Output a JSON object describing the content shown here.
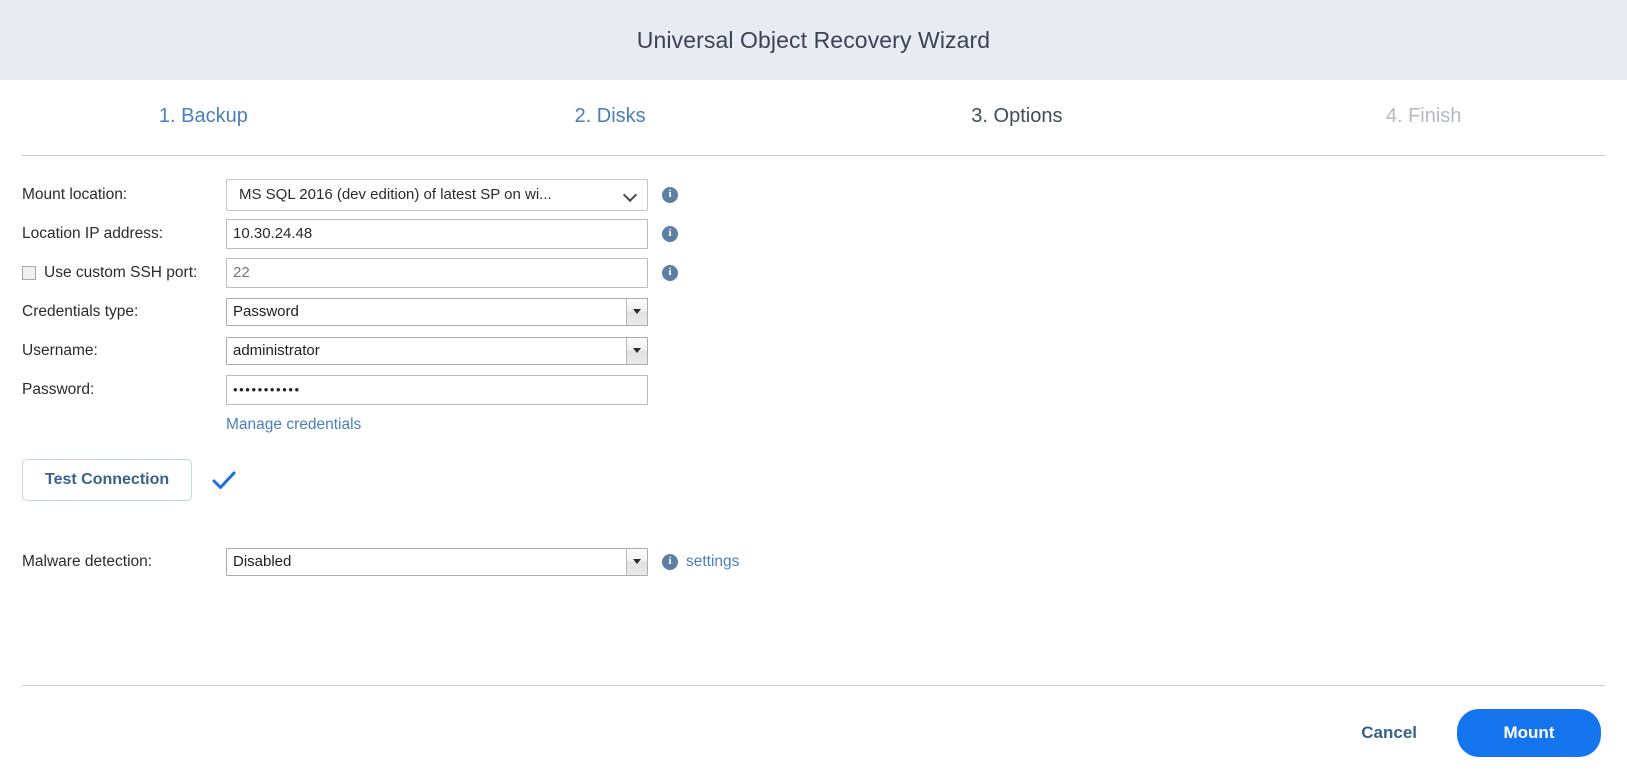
{
  "window": {
    "title": "Universal Object Recovery Wizard"
  },
  "steps": [
    {
      "label": "1. Backup",
      "state": "done"
    },
    {
      "label": "2. Disks",
      "state": "done"
    },
    {
      "label": "3. Options",
      "state": "current"
    },
    {
      "label": "4. Finish",
      "state": "future"
    }
  ],
  "form": {
    "mount_location": {
      "label": "Mount location:",
      "value": "MS SQL 2016 (dev edition) of latest SP on wi...",
      "info_icon": "info-icon"
    },
    "location_ip": {
      "label": "Location IP address:",
      "value": "10.30.24.48",
      "info_icon": "info-icon"
    },
    "ssh_port": {
      "label": "Use custom SSH port:",
      "checked": false,
      "placeholder": "22",
      "value": "",
      "info_icon": "info-icon"
    },
    "credentials_type": {
      "label": "Credentials type:",
      "value": "Password"
    },
    "username": {
      "label": "Username:",
      "value": "administrator"
    },
    "password": {
      "label": "Password:",
      "value": "•••••••••••"
    },
    "manage_credentials_link": "Manage credentials",
    "test_connection": {
      "label": "Test Connection",
      "status_icon": "checkmark-icon"
    },
    "malware_detection": {
      "label": "Malware detection:",
      "value": "Disabled",
      "info_icon": "info-icon",
      "settings_link": "settings"
    },
    "info_glyph": "i"
  },
  "footer": {
    "cancel_label": "Cancel",
    "primary_label": "Mount"
  },
  "colors": {
    "header_bg": "#e8ebf2",
    "step_done": "#4a7fbd",
    "step_current": "#414b5c",
    "step_future": "#b6b9be",
    "link": "#4a7fbd",
    "primary_button": "#1575ef",
    "info_icon": "#5d7fa6",
    "check_icon": "#1a6fd4"
  }
}
